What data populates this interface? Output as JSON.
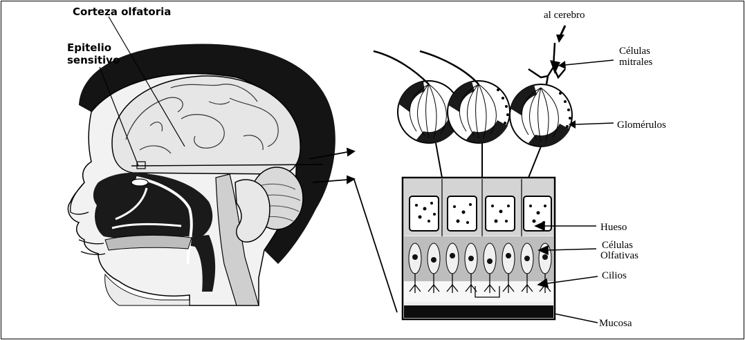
{
  "labels": {
    "corteza_olfatoria": "Corteza olfatoria",
    "epitelio_line1": "Epitelio",
    "epitelio_line2": "sensitivo",
    "al_cerebro": "al cerebro",
    "celulas_mitrales_line1": "Células",
    "celulas_mitrales_line2": "mitrales",
    "glomerulos": "Glomérulos",
    "hueso": "Hueso",
    "celulas_olfativas_line1": "Células",
    "celulas_olfativas_line2": "Olfativas",
    "cilios": "Cilios",
    "mucosa": "Mucosa"
  },
  "colors": {
    "ink": "#000000",
    "shade": "#1a1a1a",
    "paper": "#ffffff"
  }
}
